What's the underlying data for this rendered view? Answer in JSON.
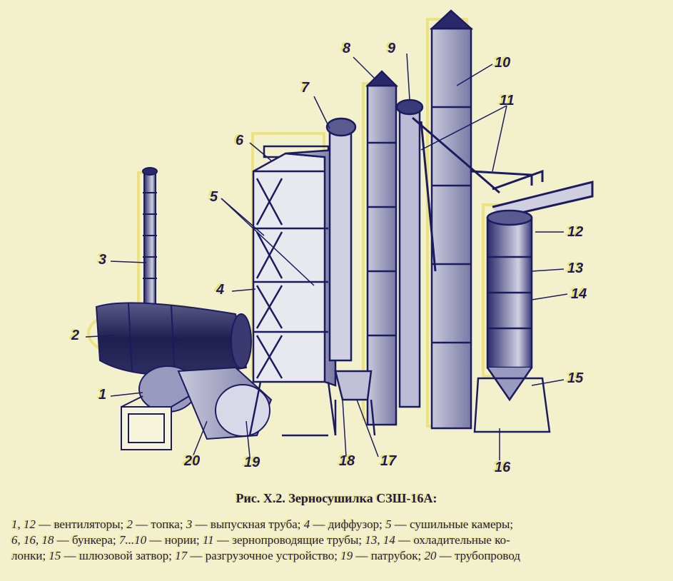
{
  "figure": {
    "caption_title": "Рис. Х.2. Зерносушилка СЗШ-16А:",
    "legend_lines": [
      [
        {
          "n": "1, 12",
          "t": " — вентиляторы; "
        },
        {
          "n": "2",
          "t": " — топка; "
        },
        {
          "n": "3",
          "t": " — выпускная труба; "
        },
        {
          "n": "4",
          "t": " — диффузор; "
        },
        {
          "n": "5",
          "t": " — сушильные камеры;"
        }
      ],
      [
        {
          "n": "6, 16, 18",
          "t": " — бункера; "
        },
        {
          "n": "7...10",
          "t": " — нории; "
        },
        {
          "n": "11",
          "t": " — зернопроводящие трубы; "
        },
        {
          "n": "13, 14",
          "t": " — охладительные ко-"
        }
      ],
      [
        {
          "n": "",
          "t": "лонки; "
        },
        {
          "n": "15",
          "t": " — шлюзовой затвор; "
        },
        {
          "n": "17",
          "t": " — разгрузочное устройство; "
        },
        {
          "n": "19",
          "t": " — патрубок; "
        },
        {
          "n": "20",
          "t": " — трубопровод"
        }
      ]
    ],
    "callouts": [
      "1",
      "2",
      "3",
      "4",
      "5",
      "6",
      "7",
      "8",
      "9",
      "10",
      "11",
      "12",
      "13",
      "14",
      "15",
      "16",
      "17",
      "18",
      "19",
      "20"
    ]
  },
  "colors": {
    "background": "#f3f1cc",
    "ink": "#1b1b60",
    "offset_yellow": "#f0e060",
    "metal_dark": "#2a2a6a",
    "metal_light": "#b9b9d4"
  }
}
